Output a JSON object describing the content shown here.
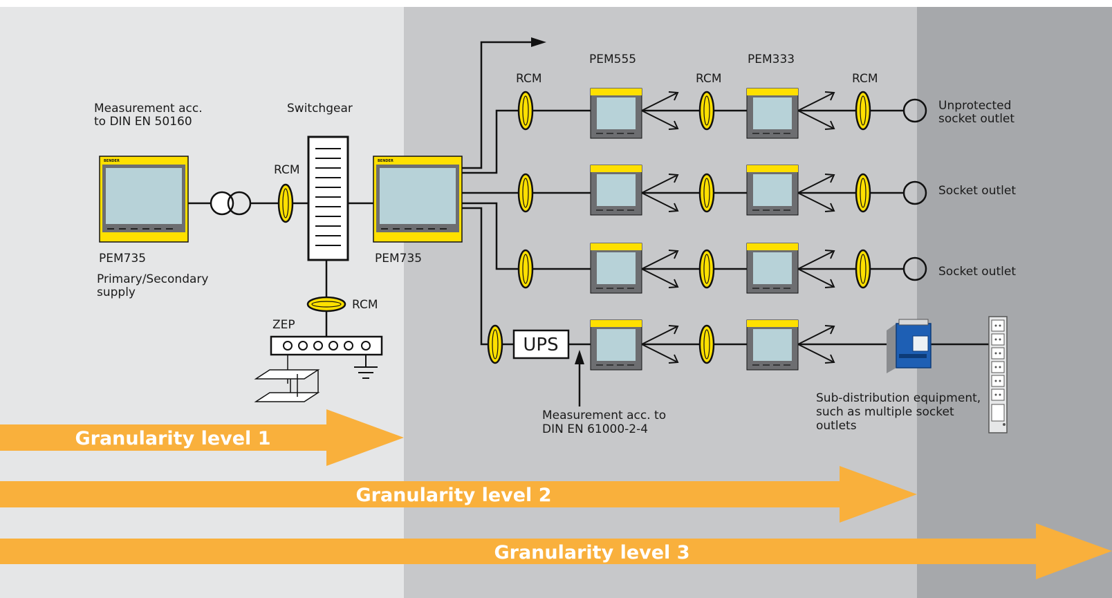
{
  "colors": {
    "zone1": "#e5e6e7",
    "zone2": "#c7c8ca",
    "zone3": "#a6a8ab",
    "arrow": "#f9b03c",
    "device_yellow": "#ffe000",
    "screen": "#b7d2d8",
    "ups_meter_blue": "#1e5fb4"
  },
  "labels": {
    "measurement_50160_line1": "Measurement acc.",
    "measurement_50160_line2": "to DIN EN 50160",
    "switchgear": "Switchgear",
    "rcm": "RCM",
    "pem735": "PEM735",
    "supply_line1": "Primary/Secondary",
    "supply_line2": "supply",
    "zep": "ZEP",
    "pem555": "PEM555",
    "pem333": "PEM333",
    "ups": "UPS",
    "measurement_61000_line1": "Measurement acc. to",
    "measurement_61000_line2": "DIN EN 61000-2-4",
    "unprotected_line1": "Unprotected",
    "unprotected_line2": "socket outlet",
    "socket_outlet": "Socket outlet",
    "subdist_line1": "Sub-distribution equipment,",
    "subdist_line2": "such as multiple socket",
    "subdist_line3": "outlets",
    "device_brand": "BENDER"
  },
  "arrows": {
    "level1": "Granularity level 1",
    "level2": "Granularity level 2",
    "level3": "Granularity level 3"
  }
}
